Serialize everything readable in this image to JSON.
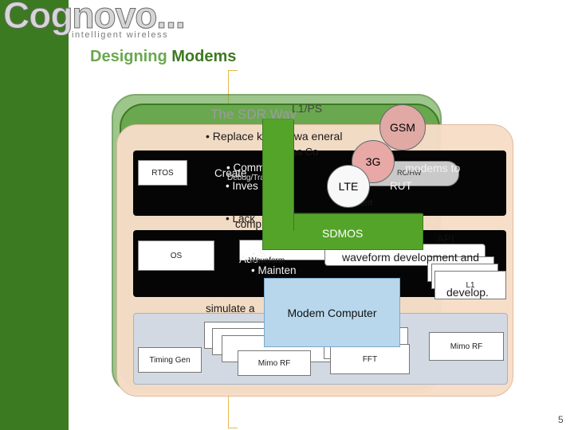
{
  "logo": {
    "wordmark": "Cognovo",
    "dots": "...",
    "tagline": "intelligent wireless"
  },
  "slide": {
    "title_part1": "Designing",
    "title_part2": "Modems",
    "page_number": "5"
  },
  "background_layers": {
    "top_label": "L1/PS",
    "sdr_heading": "The SDR Way",
    "rtos_box": "RTOS",
    "os_box": "OS",
    "l1_box": "L1",
    "timing_gen_box": "Timing Gen",
    "mimo_rf_right": "Mimo RF",
    "mimo_rf_middle": "Mimo RF",
    "fft_box": "FFT"
  },
  "overlapping_text": {
    "line_replace": "• Replace      ke hardwa            eneral",
    "line_ss": "ss Co",
    "line_comm": "• Comm",
    "line_create": "Create",
    "line_debug": "Debug/Trace",
    "line_modems": "modems to",
    "line_invest": "• Inves",
    "line_rut": "RUT",
    "line_ent": "ent",
    "line_lack": "• Lack",
    "line_comp": "comp",
    "line_api": "API",
    "line_s": "• S",
    "line_add": "Add",
    "line_waveform": "waveform development and",
    "line_mainten": "• Mainten",
    "line_develop": "develop.",
    "line_simulate": "simulate a",
    "line_waveform_small": "Waveform",
    "line_rc": "RC/HW"
  },
  "modem_stack": {
    "standards": [
      "GSM",
      "3G",
      "LTE"
    ],
    "layer_label": "SDMOS",
    "base_label": "Modem Computer"
  },
  "colors": {
    "sidebar_green": "#3c7a21",
    "frame_green": "#6aa84f",
    "peach": "#f7ddc8",
    "modem_computer_blue": "#b8d7ec",
    "gsm_pink": "#e0a9a4",
    "accent_gold": "#e6b94a"
  }
}
